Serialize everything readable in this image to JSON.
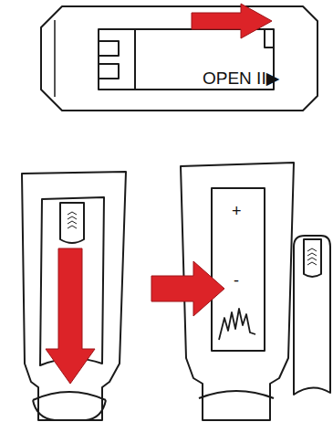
{
  "diagram": {
    "labels": [
      "OPEN II▶",
      "+",
      "-"
    ]
  }
}
